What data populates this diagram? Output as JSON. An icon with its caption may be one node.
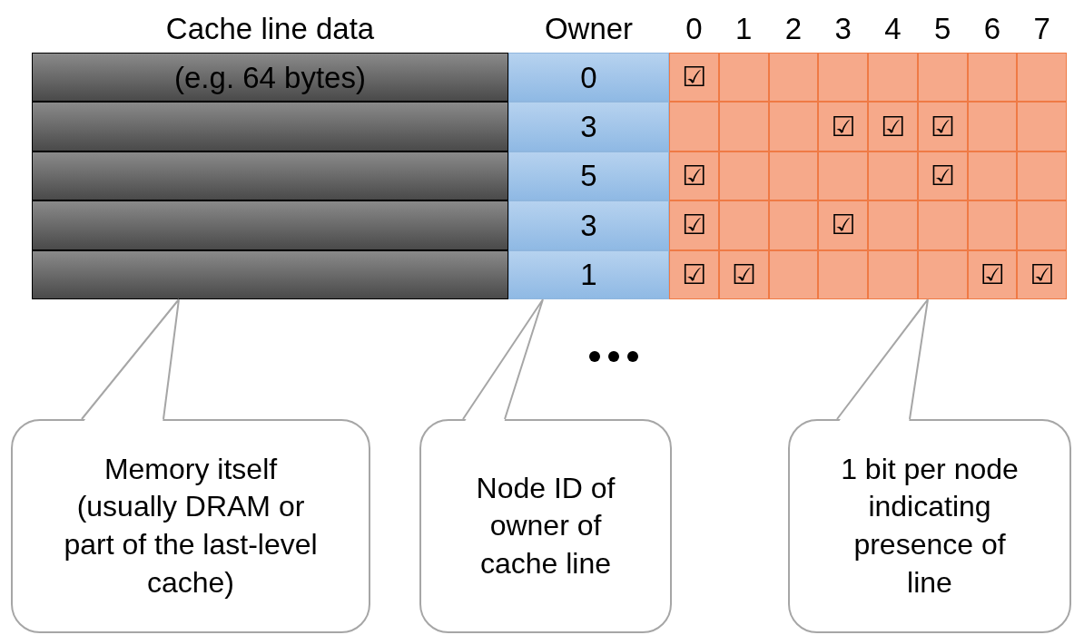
{
  "diagram": {
    "nodes": [
      {
        "text": [
          "(e.g. 64 bytes)"
        ]
      },
      {
        "text": [
          "0"
        ]
      },
      {
        "text": [
          "☑"
        ]
      },
      {
        "text": [],
        "shape": "box"
      },
      {
        "text": [],
        "shape": "box"
      },
      {
        "text": [],
        "shape": "box"
      },
      {
        "text": [],
        "shape": "box"
      },
      {
        "text": [],
        "shape": "box"
      },
      {
        "text": [],
        "shape": "box"
      },
      {
        "text": [],
        "shape": "box"
      },
      {
        "text": [],
        "shape": "bar"
      },
      {
        "text": [
          "3"
        ]
      },
      {
        "text": [],
        "shape": "box"
      },
      {
        "text": [],
        "shape": "box"
      },
      {
        "text": [],
        "shape": "box"
      },
      {
        "text": [
          "☑"
        ]
      },
      {
        "text": [
          "☑"
        ]
      },
      {
        "text": [
          "☑"
        ]
      },
      {
        "text": [],
        "shape": "box"
      },
      {
        "text": [],
        "shape": "box"
      },
      {
        "text": [],
        "shape": "bar"
      },
      {
        "text": [
          "5"
        ]
      },
      {
        "text": [
          "☑"
        ]
      },
      {
        "text": [],
        "shape": "box"
      },
      {
        "text": [],
        "shape": "box"
      },
      {
        "text": [],
        "shape": "box"
      },
      {
        "text": [],
        "shape": "box"
      },
      {
        "text": [
          "☑"
        ]
      },
      {
        "text": [],
        "shape": "box"
      },
      {
        "text": [],
        "shape": "box"
      },
      {
        "text": [],
        "shape": "bar"
      },
      {
        "text": [
          "3"
        ]
      },
      {
        "text": [
          "☑"
        ]
      },
      {
        "text": [],
        "shape": "box"
      },
      {
        "text": [],
        "shape": "box"
      },
      {
        "text": [
          "☑"
        ]
      },
      {
        "text": [],
        "shape": "box"
      },
      {
        "text": [],
        "shape": "box"
      },
      {
        "text": [],
        "shape": "box"
      },
      {
        "text": [],
        "shape": "box"
      },
      {
        "text": [],
        "shape": "bar"
      },
      {
        "text": [
          "1"
        ]
      },
      {
        "text": [
          "☑"
        ]
      },
      {
        "text": [
          "☑"
        ]
      },
      {
        "text": [],
        "shape": "box"
      },
      {
        "text": [],
        "shape": "box"
      },
      {
        "text": [],
        "shape": "box"
      },
      {
        "text": [],
        "shape": "box"
      },
      {
        "text": [
          "☑"
        ]
      },
      {
        "text": [
          "☑"
        ]
      },
      {
        "text": [
          "Memory itself (usually DRAM or part of the last-level cache)"
        ]
      },
      {
        "text": [
          "Node ID of owner of cache line"
        ]
      },
      {
        "text": [
          "1 bit per node indicating presence of line"
        ]
      }
    ],
    "edges": [
      {
        "from": 50,
        "to": 40,
        "arrow": "none"
      },
      {
        "from": 51,
        "to": 41,
        "arrow": "none"
      },
      {
        "from": 52,
        "to": 47,
        "arrow": "none"
      }
    ],
    "labels": [
      "Cache line data",
      "Owner",
      "0",
      "1",
      "2",
      "3",
      "4",
      "5",
      "6",
      "7"
    ]
  }
}
